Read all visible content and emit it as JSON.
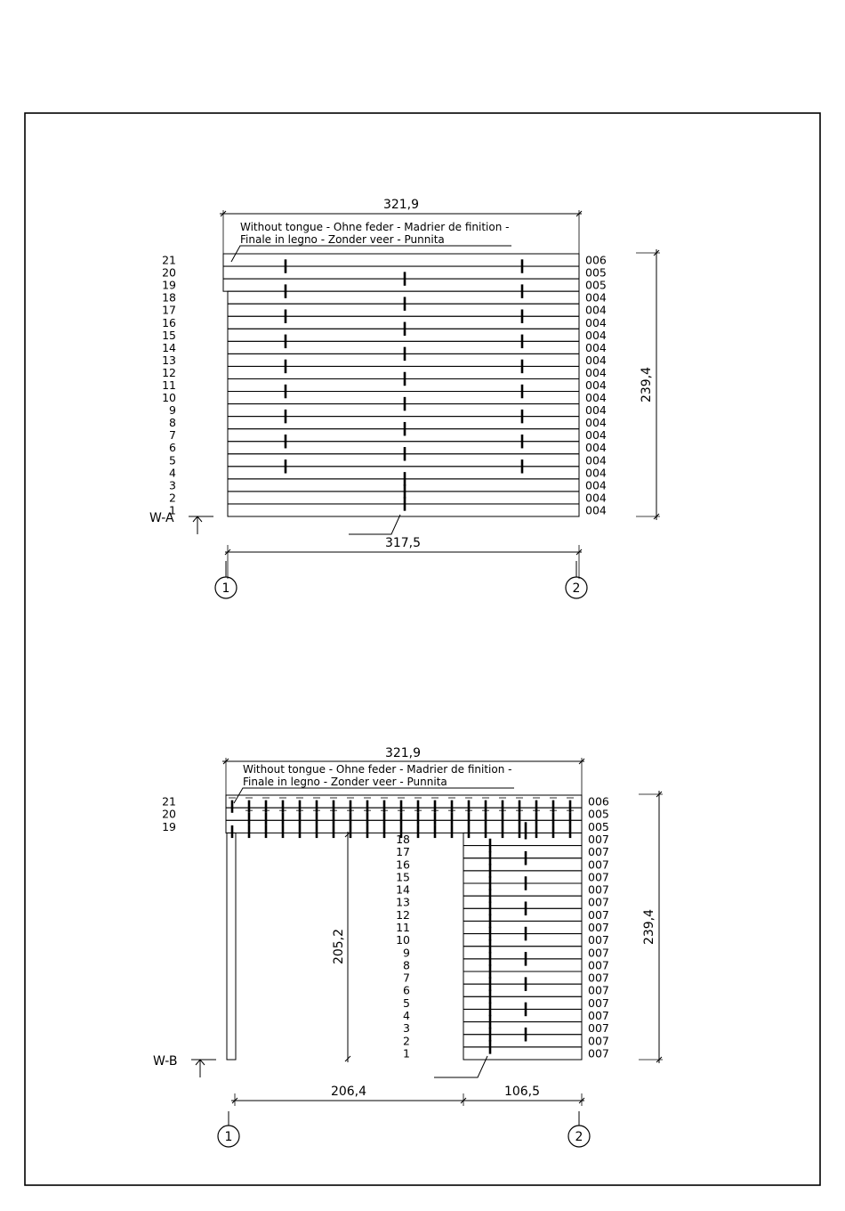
{
  "wall_a": {
    "width_top": "321,9",
    "height": "239,4",
    "width_bottom": "317,5",
    "note_line1": "Without tongue - Ohne feder - Madrier de finition -",
    "note_line2": "Finale in legno - Zonder veer - Punnita",
    "section_label": "W-A",
    "axis_left": "1",
    "axis_right": "2",
    "row_numbers": [
      "21",
      "20",
      "19",
      "18",
      "17",
      "16",
      "15",
      "14",
      "13",
      "12",
      "11",
      "10",
      "9",
      "8",
      "7",
      "6",
      "5",
      "4",
      "3",
      "2",
      "1"
    ],
    "row_codes": [
      "006",
      "005",
      "005",
      "004",
      "004",
      "004",
      "004",
      "004",
      "004",
      "004",
      "004",
      "004",
      "004",
      "004",
      "004",
      "004",
      "004",
      "004",
      "004",
      "004",
      "004"
    ]
  },
  "wall_b": {
    "width_top": "321,9",
    "height": "239,4",
    "opening_height": "205,2",
    "width_opening": "206,4",
    "width_panel": "106,5",
    "note_line1": "Without tongue - Ohne feder - Madrier de finition -",
    "note_line2": "Finale in legno - Zonder veer - Punnita",
    "section_label": "W-B",
    "axis_left": "1",
    "axis_right": "2",
    "top_row_numbers": [
      "21",
      "20",
      "19"
    ],
    "panel_row_numbers": [
      "18",
      "17",
      "16",
      "15",
      "14",
      "13",
      "12",
      "11",
      "10",
      "9",
      "8",
      "7",
      "6",
      "5",
      "4",
      "3",
      "2",
      "1"
    ],
    "row_codes": [
      "006",
      "005",
      "005",
      "007",
      "007",
      "007",
      "007",
      "007",
      "007",
      "007",
      "007",
      "007",
      "007",
      "007",
      "007",
      "007",
      "007",
      "007",
      "007",
      "007",
      "007"
    ]
  }
}
